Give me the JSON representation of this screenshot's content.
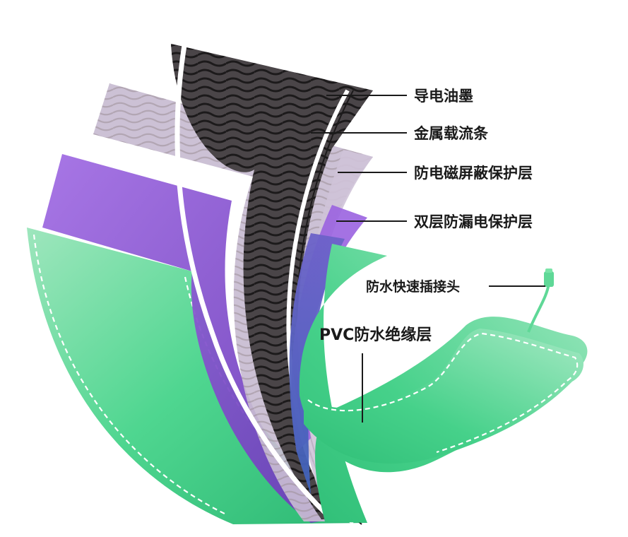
{
  "labels": {
    "conductive_ink": "导电油墨",
    "metal_strip": "金属载流条",
    "emi_shield": "防电磁屏蔽保护层",
    "leak_protection": "双层防漏电保护层",
    "waterproof_connector": "防水快速插接头",
    "pvc_insulation": "PVC防水绝缘层"
  },
  "colors": {
    "green_light": "#8fe0b0",
    "green_main": "#3fcf85",
    "green_dark": "#28b36e",
    "purple": "#8a52d6",
    "purple_light": "#b38be6",
    "lavender": "#c3b6cc",
    "gray_dark": "#4a4548",
    "blue": "#4f6fc7",
    "white": "#ffffff",
    "text": "#1a1a1a"
  },
  "icons": {
    "connector": "connector-plug-icon",
    "stitch": "stitch-border-icon"
  }
}
